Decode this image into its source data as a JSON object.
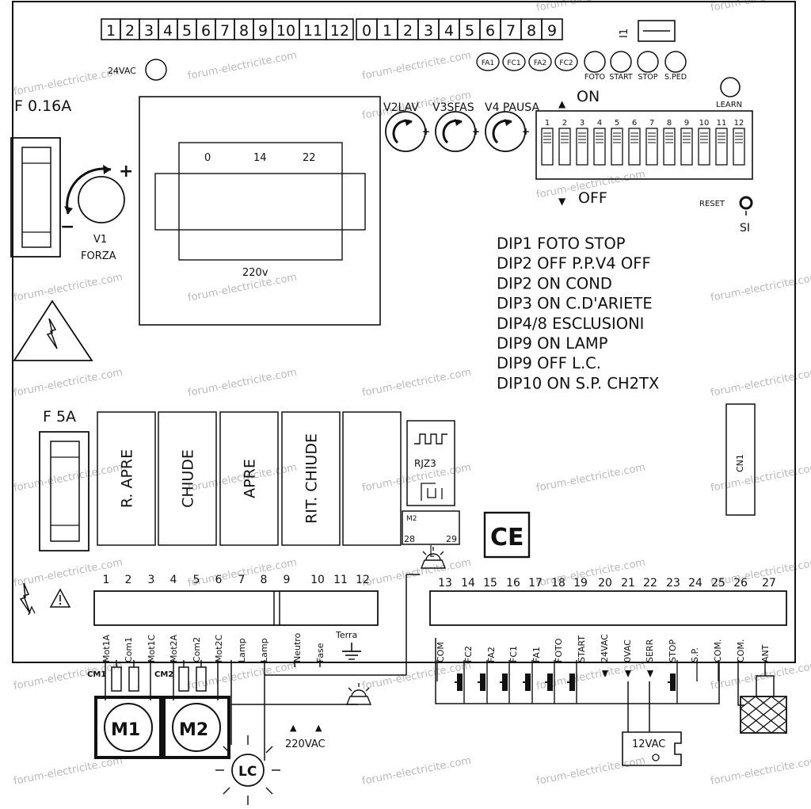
{
  "top_connector": [
    "1",
    "2",
    "3",
    "4",
    "5",
    "6",
    "7",
    "8",
    "9",
    "10",
    "11",
    "12",
    "0",
    "1",
    "2",
    "3",
    "4",
    "5",
    "6",
    "7",
    "8",
    "9"
  ],
  "i1_label": "I1",
  "vac24_label": "24VAC",
  "leds": [
    "FA1",
    "FC1",
    "FA2",
    "FC2"
  ],
  "buttons": [
    "FOTO",
    "START",
    "STOP",
    "S.PED"
  ],
  "learn_label": "LEARN",
  "fuse1_label": "F 0.16A",
  "trimmers": [
    {
      "label": "V2LAV"
    },
    {
      "label": "V3SFAS"
    },
    {
      "label": "V4 PAUSA"
    }
  ],
  "v1_label": "V1",
  "forza_label": "FORZA",
  "plus_sign": "+",
  "minus_sign": "−",
  "transformer": {
    "taps": [
      "0",
      "14",
      "22"
    ],
    "primary": "220v"
  },
  "dip": {
    "on_label": "ON",
    "off_label": "OFF",
    "numbers": [
      "1",
      "2",
      "3",
      "4",
      "5",
      "6",
      "7",
      "8",
      "9",
      "10",
      "11",
      "12"
    ]
  },
  "reset_label": "RESET",
  "si_label": "SI",
  "notes": [
    "DIP1 FOTO STOP",
    "DIP2 OFF P.P.V4 OFF",
    "DIP2 ON COND",
    "DIP3 ON C.D'ARIETE",
    "DIP4/8 ESCLUSIONI",
    "DIP9 ON LAMP",
    "DIP9 OFF L.C.",
    "DIP10 ON S.P. CH2TX"
  ],
  "fuse2_label": "F 5A",
  "relays": [
    "R. APRE",
    "CHIUDE",
    "APRE",
    "RIT. CHIUDE",
    ""
  ],
  "rjz3_label": "RJZ3",
  "m2_label": "M2",
  "m2_pins": [
    "28",
    "29"
  ],
  "ce_mark": "CE",
  "cn1_label": "CN1",
  "left_terminal_numbers": [
    "1",
    "2",
    "3",
    "4",
    "5",
    "6",
    "7",
    "8",
    "9",
    "10",
    "11",
    "12"
  ],
  "left_terminal_labels": [
    "Mot1A",
    "Com1",
    "Mot1C",
    "Mot2A",
    "Com2",
    "Mot2C",
    "Lamp",
    "Lamp",
    "Neutro",
    "Fase",
    "Terra"
  ],
  "right_terminal_numbers": [
    "13",
    "14",
    "15",
    "16",
    "17",
    "18",
    "19",
    "20",
    "21",
    "22",
    "23",
    "24",
    "25",
    "26",
    "27"
  ],
  "right_terminal_labels": [
    "COM",
    "FC2",
    "FA2",
    "FC1",
    "FA1",
    "FOTO",
    "START",
    "24VAC",
    "0VAC",
    "SERR",
    "STOP",
    "S.P.",
    "COM.",
    "COM.",
    "ANT"
  ],
  "cm1_label": "CM1",
  "cm2_label": "CM2",
  "motor1": "M1",
  "motor2": "M2",
  "lamp": "LC",
  "supply_label": "220VAC",
  "lock_label": "12VAC",
  "watermark": "forum-electricite.com"
}
